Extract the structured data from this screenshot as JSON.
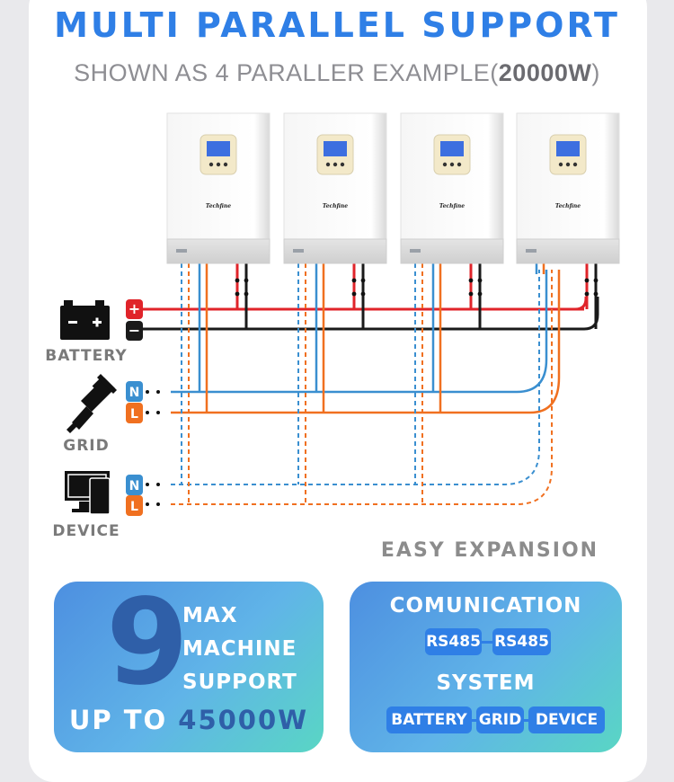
{
  "header": {
    "title": "MULTI PARALLEL SUPPORT",
    "subtitle_prefix": "SHOWN AS 4 PARALLER EXAMPLE(",
    "subtitle_bold": "20000W",
    "subtitle_suffix": ")"
  },
  "inverters": [
    {
      "brand": "Techfine"
    },
    {
      "brand": "Techfine"
    },
    {
      "brand": "Techfine"
    },
    {
      "brand": "Techfine"
    }
  ],
  "sources": {
    "battery": {
      "label": "BATTERY",
      "pos_symbol": "+",
      "neg_symbol": "−"
    },
    "grid": {
      "label": "GRID",
      "n": "N",
      "l": "L"
    },
    "device": {
      "label": "DEVICE",
      "n": "N",
      "l": "L"
    }
  },
  "easy_expansion": "EASY  EXPANSION",
  "max_panel": {
    "number": "9",
    "line1": "MAX",
    "line2": "MACHINE",
    "line3": "SUPPORT",
    "upto_prefix": "UP  TO  ",
    "upto_value": "45000W"
  },
  "comm_panel": {
    "communication_title": "COMUNICATION",
    "comm_ports": [
      "RS485",
      "RS485"
    ],
    "system_title": "SYSTEM",
    "system_items": [
      "BATTERY",
      "GRID",
      "DEVICE"
    ]
  },
  "colors": {
    "accent_blue": "#2f7fe6",
    "battery_pos": "#e0242a",
    "battery_neg": "#1a1a1a",
    "neutral_line": "#3a8fd0",
    "live_line": "#f07020"
  }
}
